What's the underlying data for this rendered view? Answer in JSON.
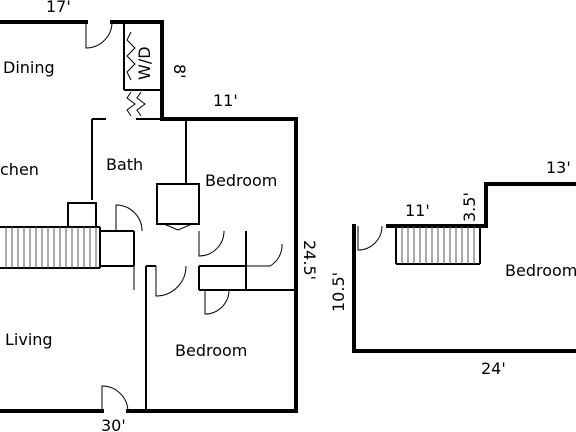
{
  "rooms": {
    "dining": "Dining",
    "kitchen": "chen",
    "bath": "Bath",
    "bedroom_upper": "Bedroom",
    "living": "Living",
    "bedroom_lower": "Bedroom",
    "bedroom_right": "Bedroom",
    "washer_dryer": "W/D"
  },
  "dimensions": {
    "top_width": "17'",
    "hall_depth": "8'",
    "bedroom_width": "11'",
    "side_depth": "24.5'",
    "bottom_width": "30'",
    "upper_step": "11'",
    "upper_rise": "3.5'",
    "upper_top": "13'",
    "upper_side": "10.5'",
    "upper_bottom": "24'"
  }
}
